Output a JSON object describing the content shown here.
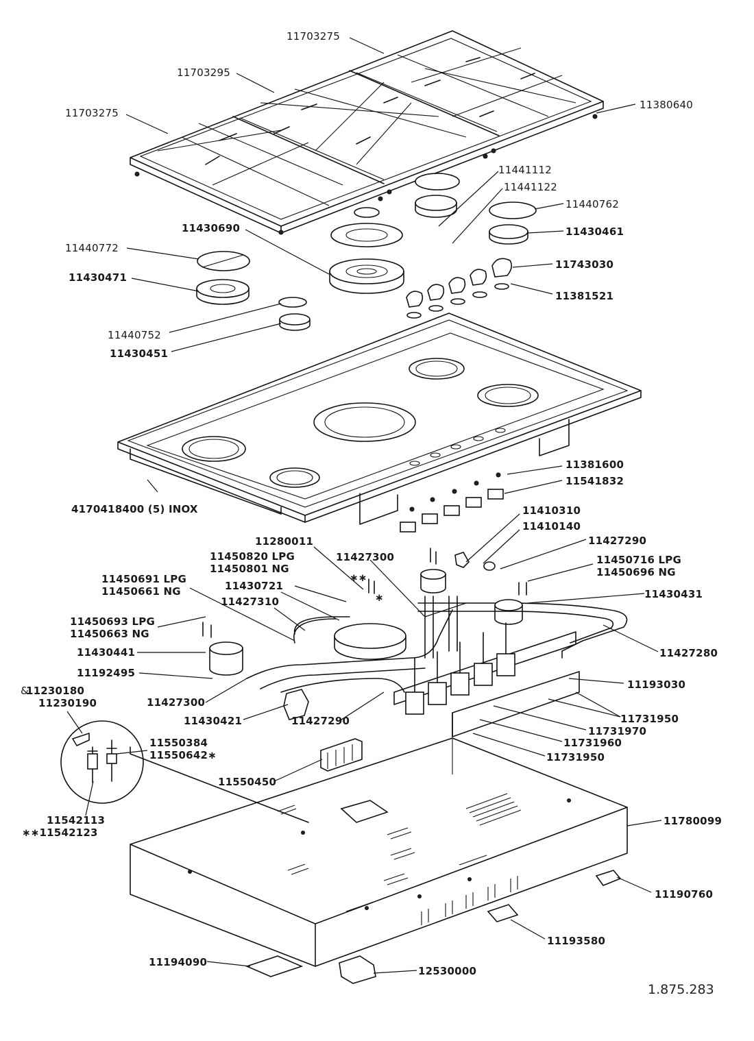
{
  "document_number": "1.875.283",
  "labels": {
    "grid_right": "11703275",
    "grid_middle": "11703295",
    "grid_left": "11703275",
    "grid_foot": "11380640",
    "cap_big_ring_1": "11441112",
    "cap_big_ring_2": "11441122",
    "cap_right_small": "11440762",
    "burner_right_small": "11430461",
    "burner_wok": "11430690",
    "cap_left_big": "11440772",
    "burner_left_big": "11430471",
    "knob": "11743030",
    "knob_ring": "11381521",
    "cap_aux": "11440752",
    "burner_aux": "11430451",
    "hob_top": "4170418400 (5) INOX",
    "knob_seal": "11381600",
    "ignition_switch": "11541832",
    "elbow_1": "11410310",
    "elbow_2": "11410140",
    "tube_a": "11427290",
    "injector_lpg_r": "11450716  LPG",
    "injector_ng_r": "11450696  NG",
    "screw": "11280011",
    "injector_lpg_wok": "11450820  LPG",
    "injector_ng_wok": "11450801  NG",
    "tube_b": "11427300",
    "injector_lpg_l1": "11450691  LPG",
    "injector_ng_l1": "11450661  NG",
    "burner_wok_base": "11430721",
    "tube_c": "11427310",
    "burner_body_r": "11430431",
    "injector_lpg_l2": "11450693  LPG",
    "injector_ng_l2": "11450663  NG",
    "burner_body_l": "11430441",
    "tube_d": "11427280",
    "clip": "11192495",
    "clip_b1": "11230180",
    "clip_b2": "11230190",
    "tube_e": "11427300",
    "manifold": "11193030",
    "burner_body_c": "11430421",
    "tube_f": "11427290",
    "valve_1": "11731950",
    "valve_2": "11731970",
    "valve_3": "11731960",
    "valve_4": "11731950",
    "thermocouple_1": "11550384",
    "thermocouple_2": "11550642∗",
    "ignition_gen": "11550450",
    "electrode_1": "11542113",
    "electrode_2": "∗∗11542123",
    "casing": "11780099",
    "bracket_r": "11190760",
    "plate": "11193580",
    "bracket_l": "11194090",
    "terminal": "12530000"
  },
  "marks": {
    "double_star": "∗∗",
    "single_star": "∗",
    "ampersand": "&"
  }
}
